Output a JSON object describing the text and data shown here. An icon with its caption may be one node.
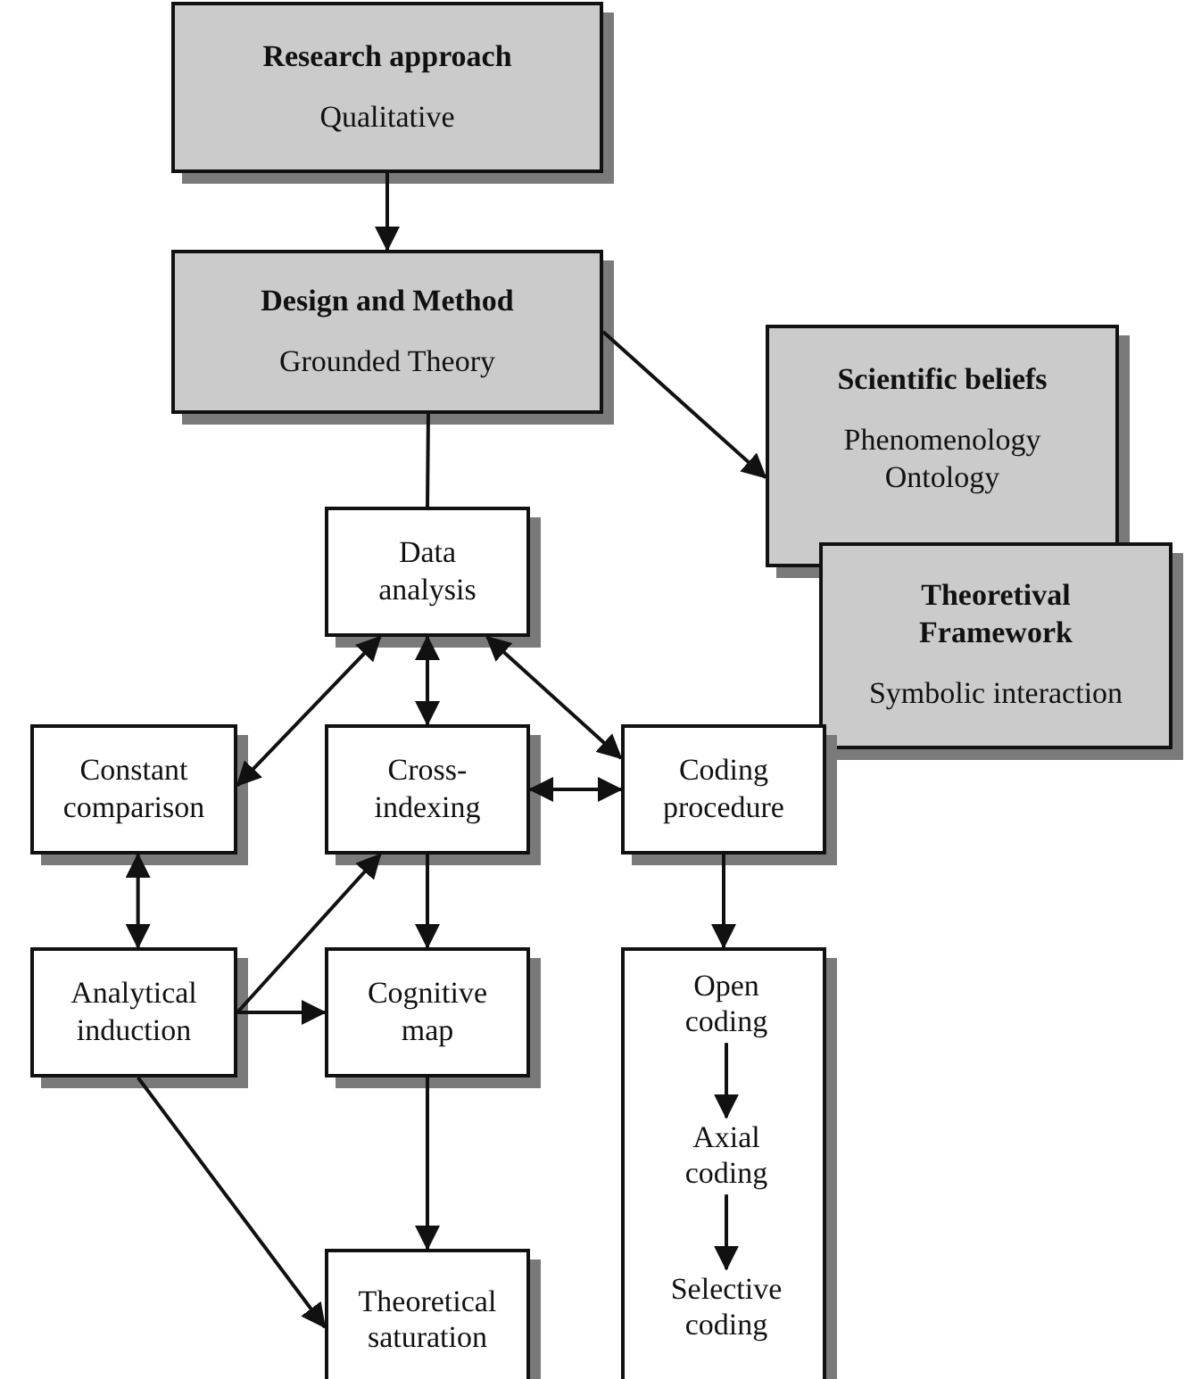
{
  "diagram": {
    "nodes": [
      {
        "text": [
          "Research approach",
          "Qualitative"
        ]
      },
      {
        "text": [
          "Design and Method",
          "Grounded Theory"
        ]
      },
      {
        "text": [
          "Scientific beliefs",
          "Phenomenology Ontology"
        ]
      },
      {
        "text": [
          "Theoretival Framework",
          "Symbolic interaction"
        ]
      },
      {
        "text": [
          "Data analysis"
        ]
      },
      {
        "text": [
          "Constant comparison"
        ]
      },
      {
        "text": [
          "Cross-indexing"
        ]
      },
      {
        "text": [
          "Coding procedure"
        ]
      },
      {
        "text": [
          "Analytical induction"
        ]
      },
      {
        "text": [
          "Cognitive map"
        ]
      },
      {
        "text": [],
        "shape": "box"
      },
      {
        "text": [
          "Open coding"
        ],
        "in": 10
      },
      {
        "text": [
          "Axial coding"
        ],
        "in": 10
      },
      {
        "text": [
          "Selective coding"
        ],
        "in": 10
      },
      {
        "text": [
          "Theoretical saturation"
        ]
      }
    ],
    "edges": [
      {
        "from": 0,
        "to": 1,
        "arrow": "to"
      },
      {
        "from": 1,
        "to": 2,
        "arrow": "to"
      },
      {
        "from": 1,
        "to": 4,
        "arrow": "none"
      },
      {
        "from": 4,
        "to": 5,
        "arrow": "both"
      },
      {
        "from": 4,
        "to": 6,
        "arrow": "both"
      },
      {
        "from": 4,
        "to": 7,
        "arrow": "both"
      },
      {
        "from": 6,
        "to": 7,
        "arrow": "both"
      },
      {
        "from": 5,
        "to": 8,
        "arrow": "both"
      },
      {
        "from": 8,
        "to": 6,
        "arrow": "to"
      },
      {
        "from": 8,
        "to": 9,
        "arrow": "to"
      },
      {
        "from": 6,
        "to": 9,
        "arrow": "to"
      },
      {
        "from": 9,
        "to": 14,
        "arrow": "to"
      },
      {
        "from": 8,
        "to": 14,
        "arrow": "to"
      },
      {
        "from": 7,
        "to": 10,
        "arrow": "to"
      },
      {
        "from": 11,
        "to": 12,
        "arrow": "to"
      },
      {
        "from": 12,
        "to": 13,
        "arrow": "to"
      }
    ]
  }
}
